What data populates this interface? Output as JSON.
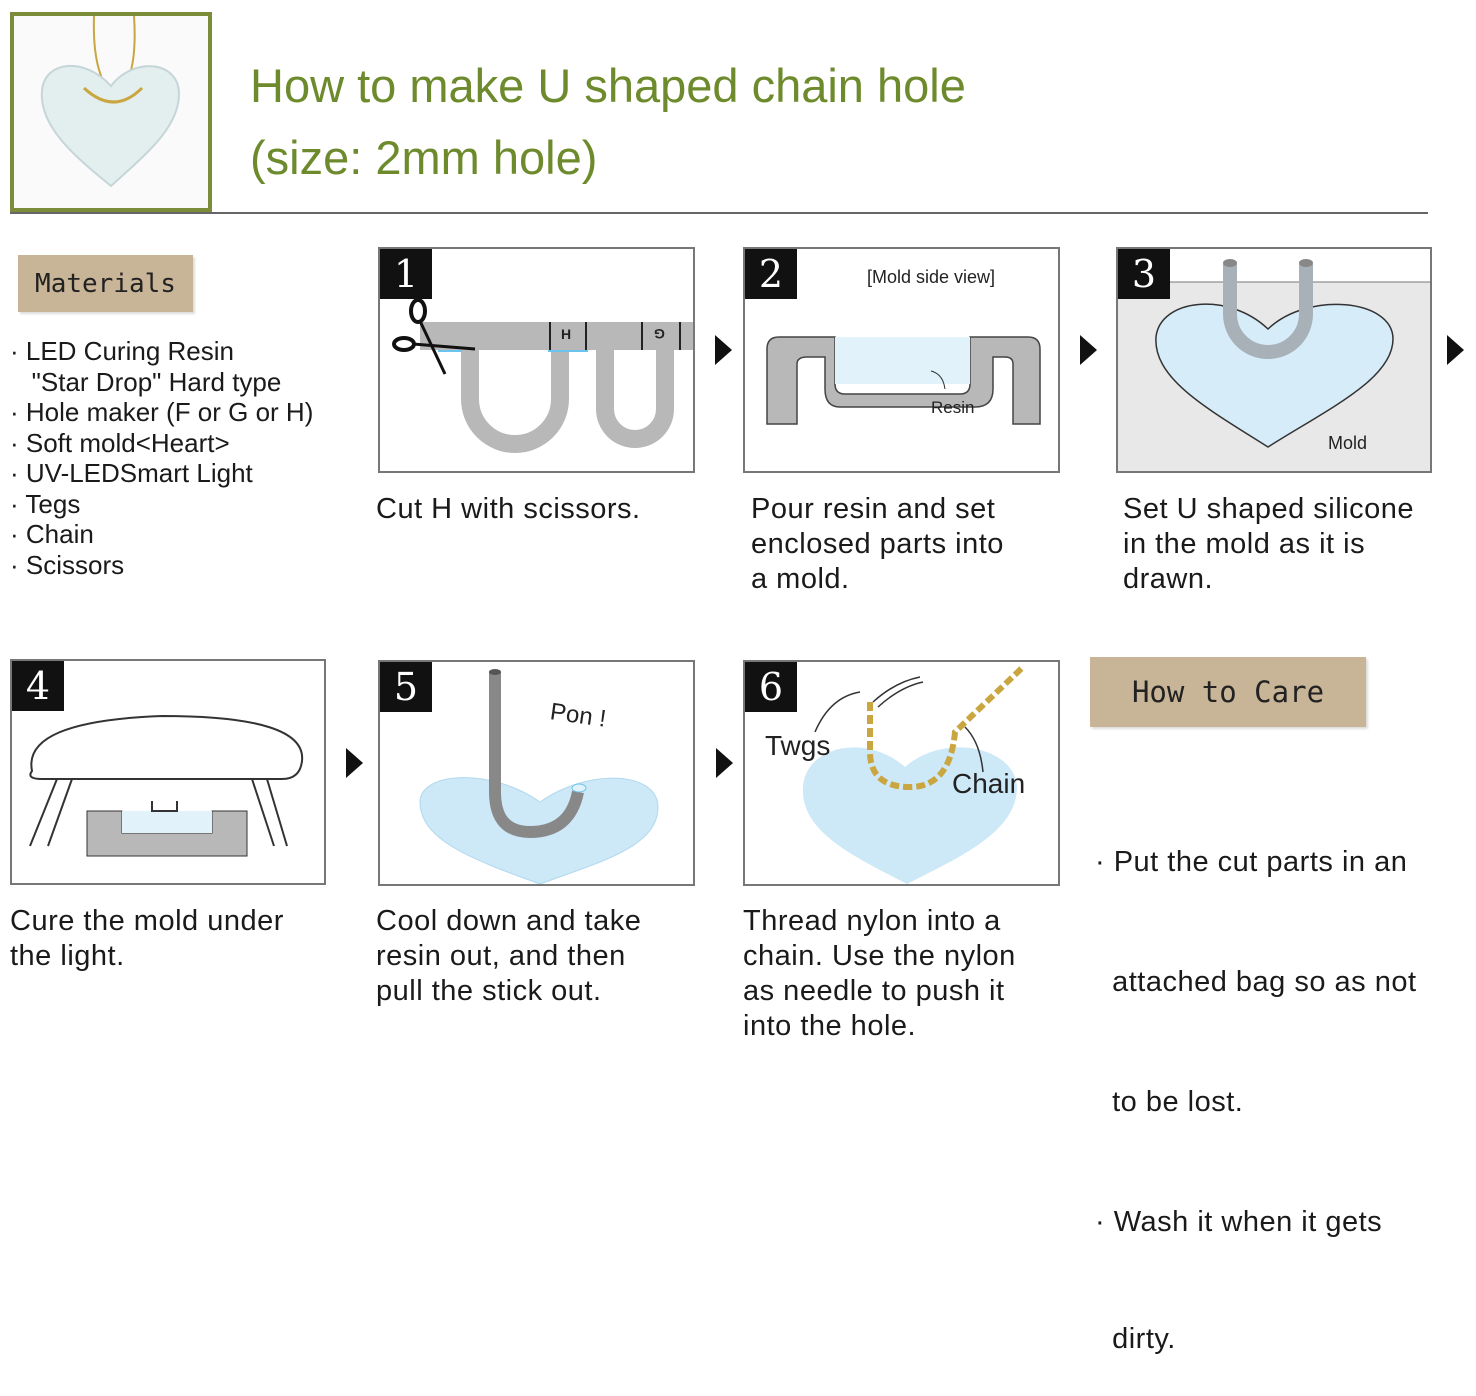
{
  "header": {
    "title_line1": "How to make U shaped chain hole",
    "title_line2": "(size: 2mm hole)"
  },
  "materials": {
    "label": "Materials",
    "items": [
      "· LED Curing Resin",
      "   \"Star Drop\" Hard type",
      "· Hole maker (F or G or H)",
      "· Soft mold<Heart>",
      "· UV-LEDSmart Light",
      "· Tegs",
      "· Chain",
      "· Scissors"
    ]
  },
  "steps": [
    {
      "number": "1",
      "caption": [
        "Cut H with scissors."
      ],
      "labels": {
        "h": "H",
        "g": "G"
      }
    },
    {
      "number": "2",
      "caption": [
        "Pour resin and set",
        "enclosed parts into",
        "a mold."
      ],
      "labels": {
        "view": "[Mold side view]",
        "resin": "Resin"
      }
    },
    {
      "number": "3",
      "caption": [
        "Set U shaped silicone",
        "in the mold as it is",
        "drawn."
      ],
      "labels": {
        "mold": "Mold"
      }
    },
    {
      "number": "4",
      "caption": [
        "Cure the mold under",
        "the light."
      ]
    },
    {
      "number": "5",
      "caption": [
        "Cool down and take",
        "resin out, and then",
        "pull the stick out."
      ],
      "labels": {
        "pon": "Pon !"
      }
    },
    {
      "number": "6",
      "caption": [
        "Thread nylon into a",
        "chain. Use the nylon",
        "as needle to push it",
        "into the hole."
      ],
      "labels": {
        "twgs": "Twgs",
        "chain": "Chain"
      }
    }
  ],
  "care": {
    "label": "How to Care",
    "items": [
      "· Put the cut parts in an",
      "  attached bag so as not",
      "  to be lost.",
      "· Wash it when it gets",
      "  dirty."
    ]
  }
}
